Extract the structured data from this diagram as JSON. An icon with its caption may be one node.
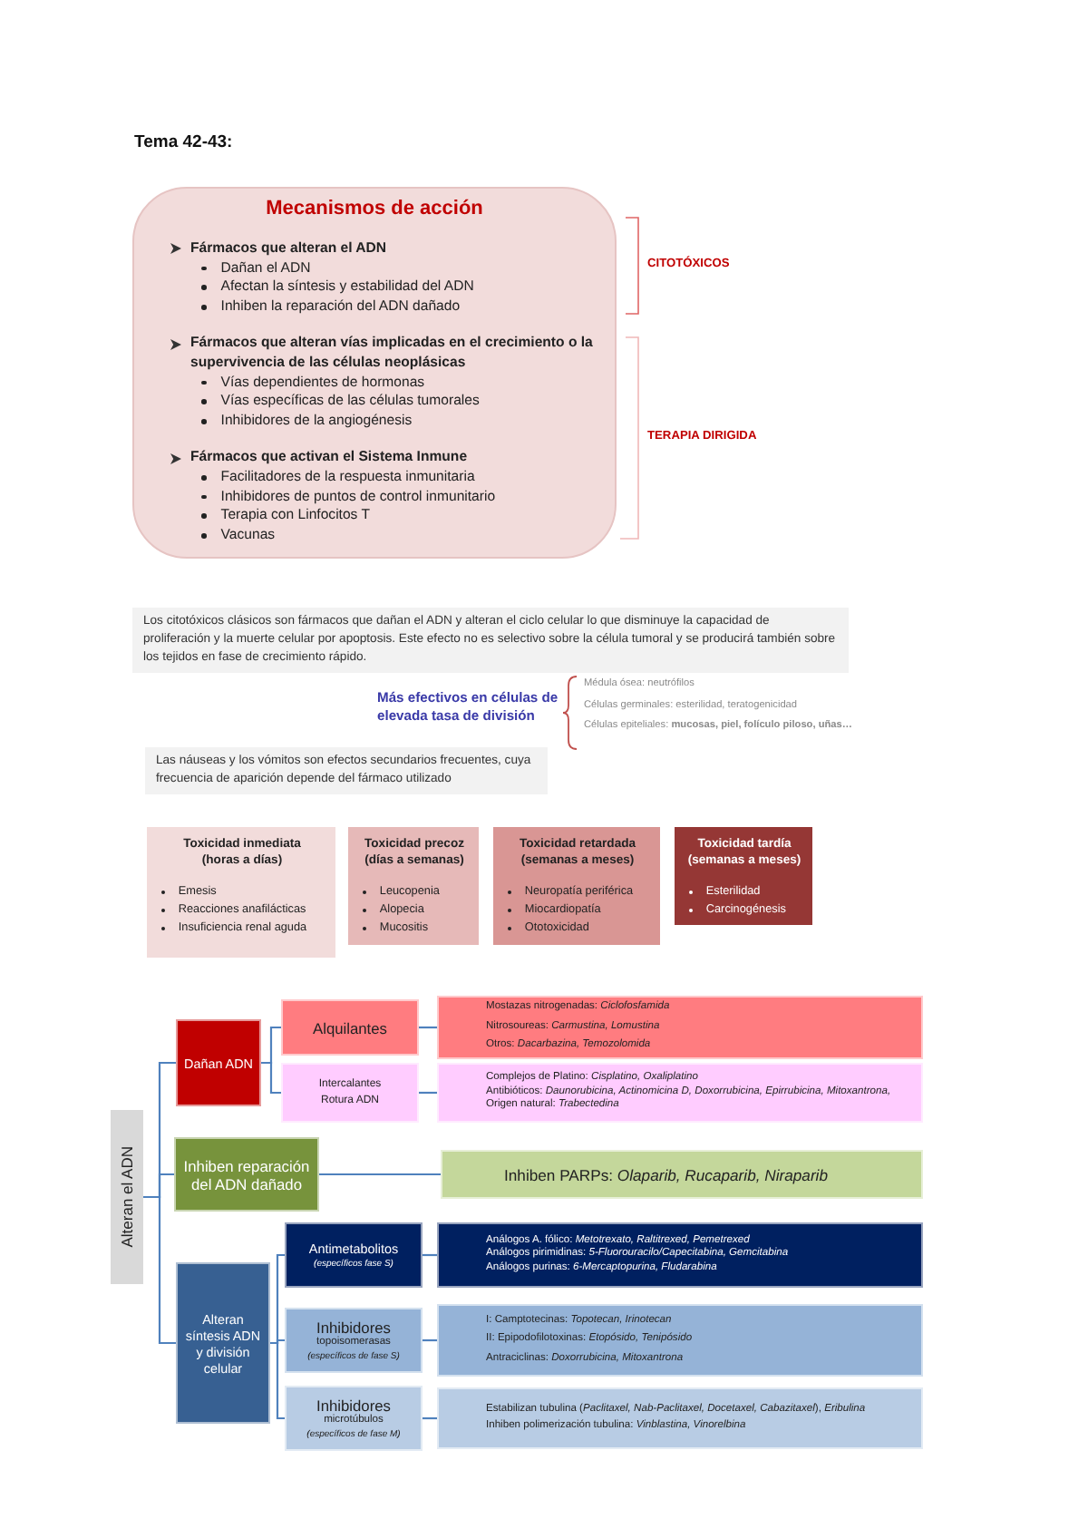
{
  "diagram": {
    "title": "Tema 42-43:",
    "nodes": [
      {
        "text": [
          "Mecanismos de acción",
          "Fármacos que alteran el ADN",
          "Dañan el ADN",
          "Afectan la síntesis y estabilidad del ADN",
          "Inhiben la reparación del ADN dañado",
          "Fármacos que alteran vías implicadas en el crecimiento o la supervivencia de las células neoplásicas",
          "Vías dependientes de hormonas",
          "Vías específicas de las células tumorales",
          "Inhibidores de la angiogénesis",
          "Fármacos que activan el Sistema Inmune",
          "Facilitadores de la respuesta inmunitaria",
          "Inhibidores de puntos de control inmunitario",
          "Terapia con Linfocitos T",
          "Vacunas"
        ]
      },
      {
        "text": [
          "Los citotóxicos clásicos son fármacos que dañan el ADN y alteran el ciclo celular lo que disminuye la capacidad de proliferación y la muerte celular por apoptosis. Este efecto no es selectivo sobre la célula tumoral y se producirá también sobre los tejidos en fase de crecimiento rápido."
        ]
      },
      {
        "text": [
          "Las náuseas y los vómitos son efectos secundarios frecuentes, cuya frecuencia de aparición depende del fármaco utilizado"
        ]
      },
      {
        "text": [
          "Toxicidad inmediata (horas a días)",
          "Emesis",
          "Reacciones anafilácticas",
          "Insuficiencia renal aguda"
        ]
      },
      {
        "text": [
          "Toxicidad precoz (días a semanas)",
          "Leucopenia",
          "Alopecia",
          "Mucositis"
        ]
      },
      {
        "text": [
          "Toxicidad retardada (semanas a meses)",
          "Neuropatía periférica",
          "Miocardiopatía",
          "Ototoxicidad"
        ]
      },
      {
        "text": [
          "Toxicidad tardía (semanas a meses)",
          "Esterilidad",
          "Carcinogénesis"
        ]
      },
      {
        "text": [
          "Alteran el ADN"
        ]
      },
      {
        "text": [
          "Dañan ADN"
        ]
      },
      {
        "text": [
          "Inhiben reparación del ADN dañado"
        ]
      },
      {
        "text": [
          "Alteran síntesis ADN y división celular"
        ]
      },
      {
        "text": [
          "Alquilantes"
        ]
      },
      {
        "text": [
          "Intercalantes",
          "Rotura ADN"
        ]
      },
      {
        "text": [
          "Antimetabolitos",
          "(específicos fase S)"
        ]
      },
      {
        "text": [
          "Inhibidores",
          "topoisomerasas",
          "(específicos de fase S)"
        ]
      },
      {
        "text": [
          "Inhibidores",
          "microtúbulos",
          "(específicos de fase M)"
        ]
      },
      {
        "text": [
          "Mostazas nitrogenadas: *Ciclofosfamida*",
          "Nitrosoureas: *Carmustina, Lomustina*",
          "Otros: *Dacarbazina, Temozolomida*"
        ]
      },
      {
        "text": [
          "Complejos de Platino: *Cisplatino, Oxaliplatino*",
          "Antibióticos: *Daunorubicina, Actinomicina D, Doxorrubicina, Epirrubicina, Mitoxantrona,*",
          "Origen natural: *Trabectedina*"
        ]
      },
      {
        "text": [
          "Inhiben PARPs: *Olaparib, Rucaparib, Niraparib*"
        ]
      },
      {
        "text": [
          "Análogos A. fólico: *Metotrexato, Raltitrexed, Pemetrexed*",
          "Análogos pirimidinas: *5-Fluorouracilo/Capecitabina, Gemcitabina*",
          "Análogos purinas: *6-Mercaptopurina, Fludarabina*"
        ]
      },
      {
        "text": [
          "I: Camptotecinas: *Topotecan, Irinotecan*",
          "II: Epipodofilotoxinas: *Etopósido, Tenipósido*",
          "Antraciclinas: *Doxorrubicina, Mitoxantrona*"
        ]
      },
      {
        "text": [
          "Estabilizan tubulina (*Paclitaxel, Nab-Paclitaxel, Docetaxel, Cabazitaxel*), *Eribulina*",
          "Inhiben polimerización tubulina: *Vinblastina, Vinorelbina*"
        ]
      }
    ],
    "edges": [
      {
        "from": 7,
        "to": 8,
        "arrow": "none"
      },
      {
        "from": 7,
        "to": 9,
        "arrow": "none"
      },
      {
        "from": 7,
        "to": 10,
        "arrow": "none"
      },
      {
        "from": 8,
        "to": 11,
        "arrow": "none"
      },
      {
        "from": 8,
        "to": 12,
        "arrow": "none"
      },
      {
        "from": 11,
        "to": 16,
        "arrow": "none"
      },
      {
        "from": 12,
        "to": 17,
        "arrow": "none"
      },
      {
        "from": 9,
        "to": 18,
        "arrow": "none"
      },
      {
        "from": 10,
        "to": 13,
        "arrow": "none"
      },
      {
        "from": 10,
        "to": 14,
        "arrow": "none"
      },
      {
        "from": 10,
        "to": 15,
        "arrow": "none"
      },
      {
        "from": 13,
        "to": 19,
        "arrow": "none"
      },
      {
        "from": 14,
        "to": 20,
        "arrow": "none"
      },
      {
        "from": 15,
        "to": 21,
        "arrow": "none"
      }
    ],
    "labels": [
      "CITOTÓXICOS",
      "TERAPIA DIRIGIDA",
      "Más efectivos en células de elevada tasa de división",
      "Médula ósea: neutrófilos",
      "Células germinales: esterilidad, teratogenicidad",
      "Células epiteliales: **mucosas, piel, folículo piloso, uñas…**"
    ]
  }
}
